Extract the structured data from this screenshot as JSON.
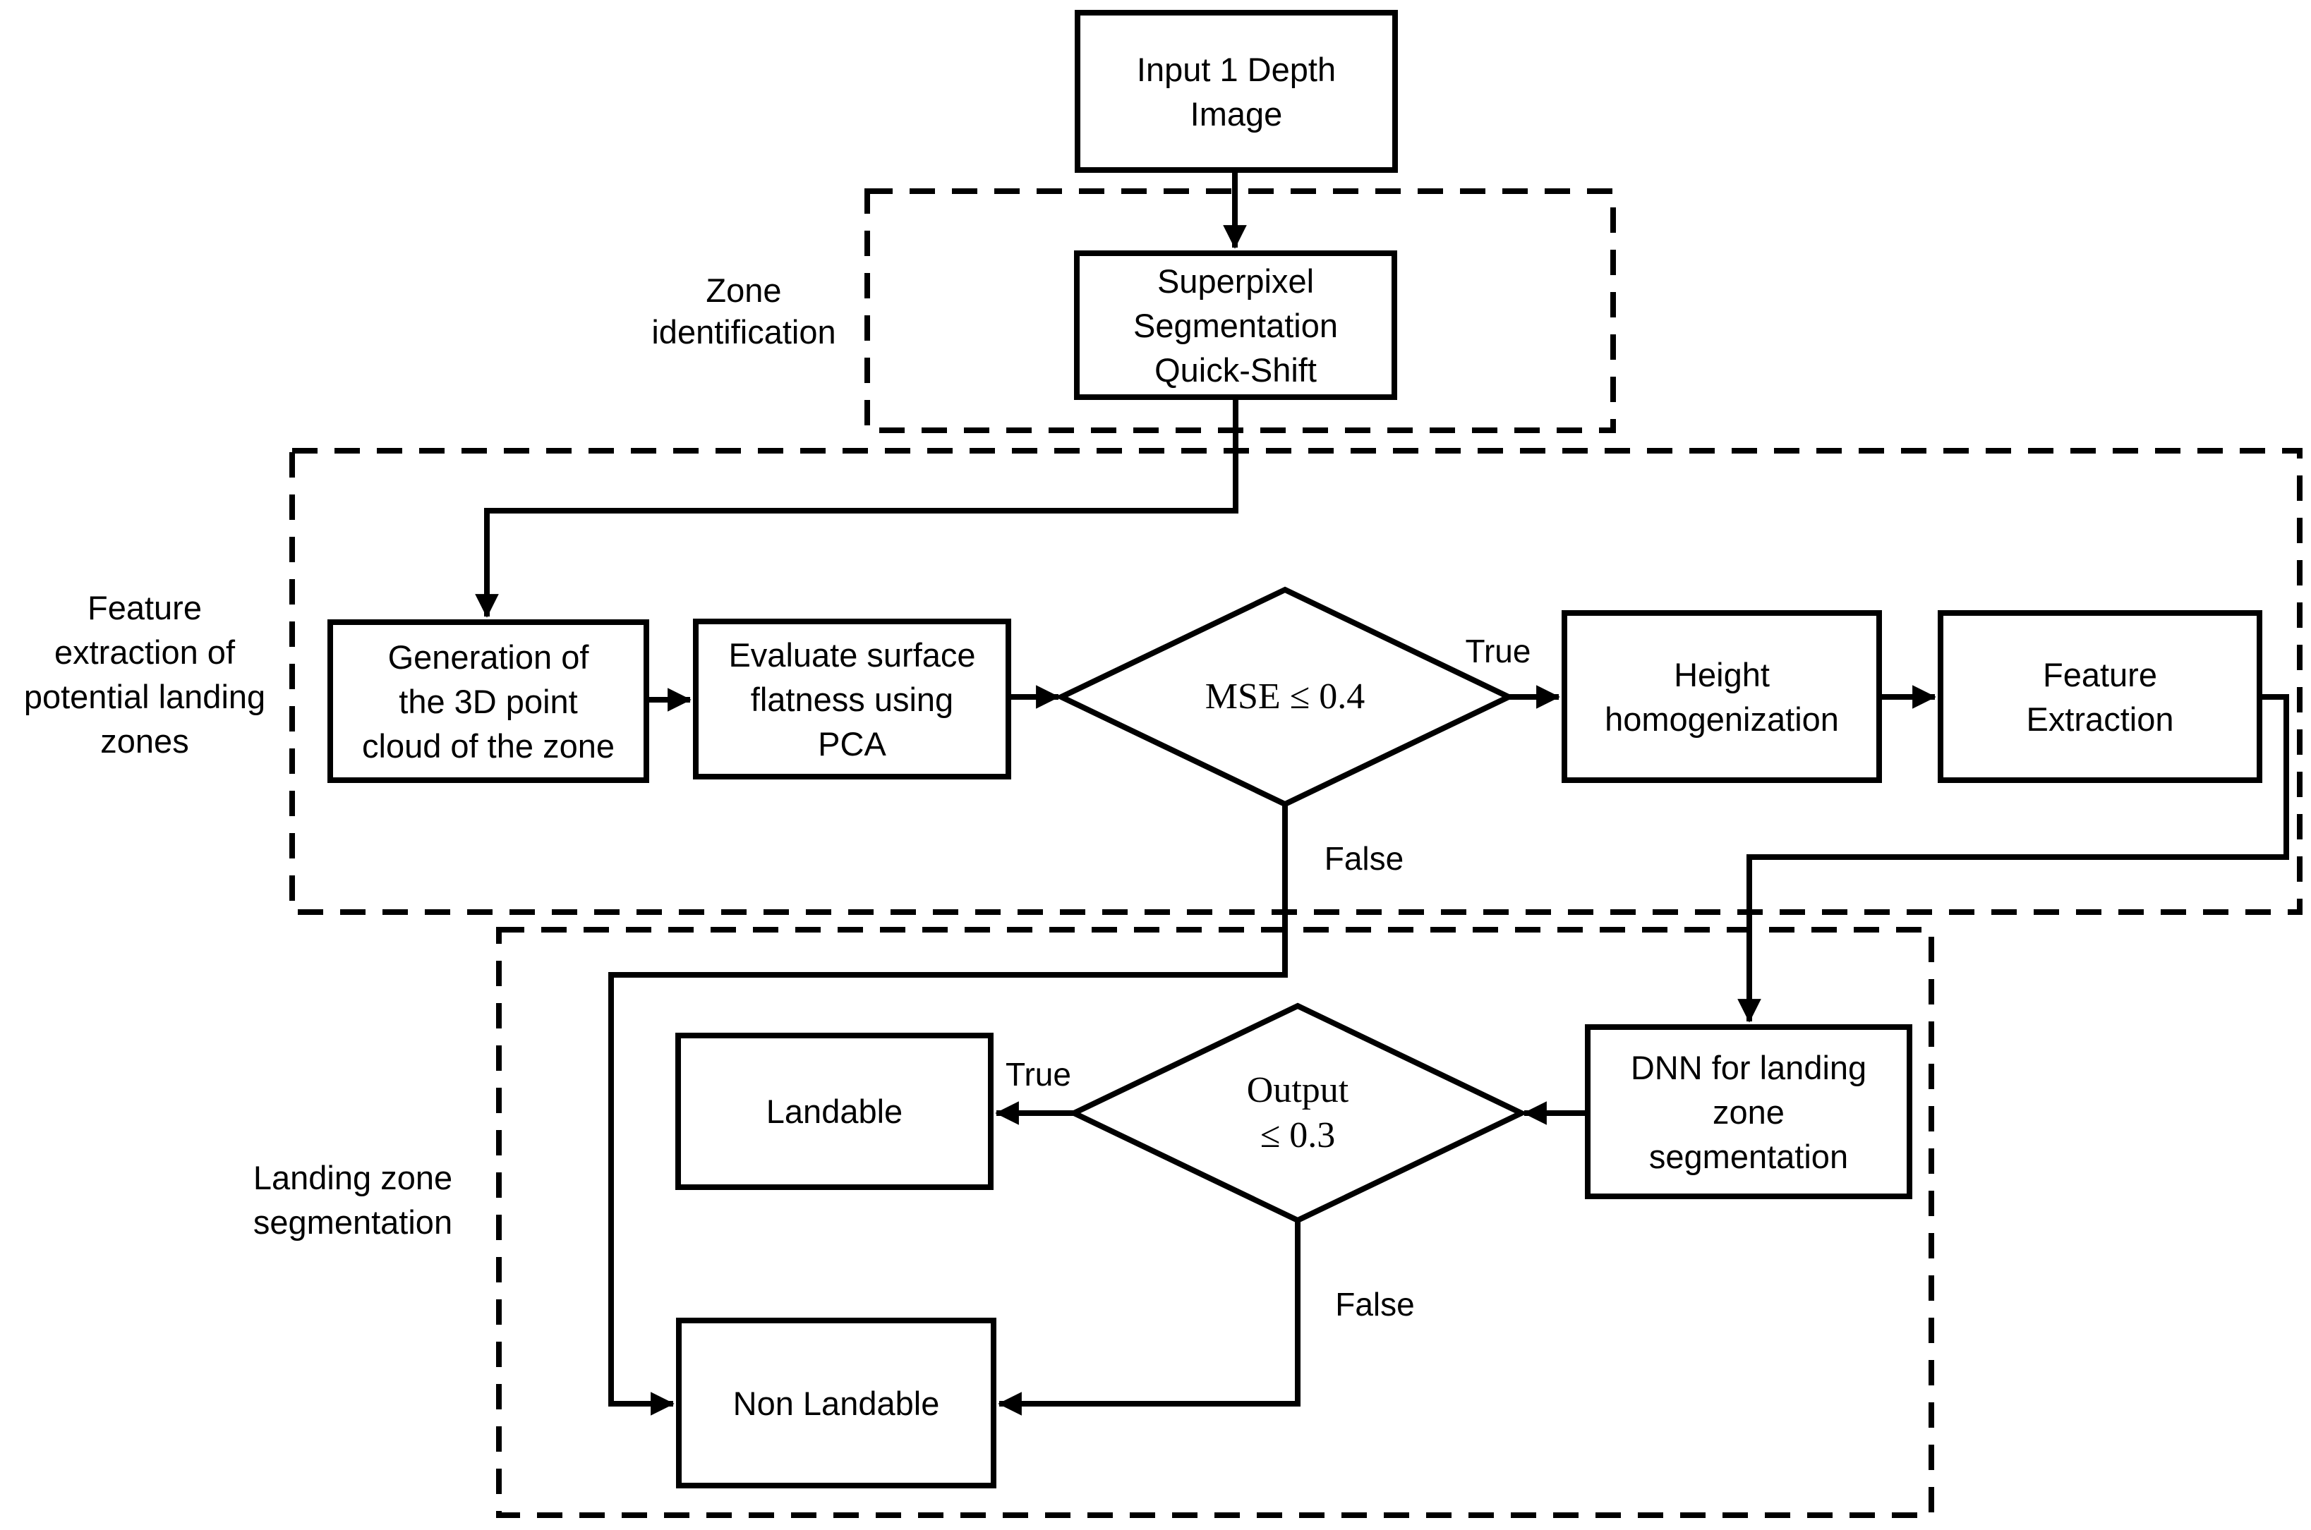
{
  "colors": {
    "ink": "#000000",
    "background": "#ffffff"
  },
  "nodes": {
    "input": {
      "lines": [
        "Input 1 Depth",
        "Image"
      ]
    },
    "superpixel": {
      "lines": [
        "Superpixel",
        "Segmentation",
        "Quick-Shift"
      ]
    },
    "generation": {
      "lines": [
        "Generation of",
        "the 3D point",
        "cloud of the zone"
      ]
    },
    "evaluate": {
      "lines": [
        "Evaluate surface",
        "flatness using",
        "PCA"
      ]
    },
    "height_homog": {
      "lines": [
        "Height",
        "homogenization"
      ]
    },
    "feature_ext": {
      "lines": [
        "Feature",
        "Extraction"
      ]
    },
    "dnn": {
      "lines": [
        "DNN for landing",
        "zone",
        "segmentation"
      ]
    },
    "landable": {
      "lines": [
        "Landable"
      ]
    },
    "non_landable": {
      "lines": [
        "Non Landable"
      ]
    }
  },
  "decisions": {
    "mse": {
      "line1": "MSE ≤ 0.4"
    },
    "output": {
      "line1": "Output",
      "line2": "≤ 0.3"
    }
  },
  "group_labels": {
    "zone": {
      "lines": [
        "Zone",
        "identification"
      ]
    },
    "feature": {
      "lines": [
        "Feature",
        "extraction of",
        "potential landing",
        "zones"
      ]
    },
    "landing": {
      "lines": [
        "Landing zone",
        "segmentation"
      ]
    }
  },
  "edge_labels": {
    "mse_true": "True",
    "mse_false": "False",
    "output_true": "True",
    "output_false": "False"
  }
}
